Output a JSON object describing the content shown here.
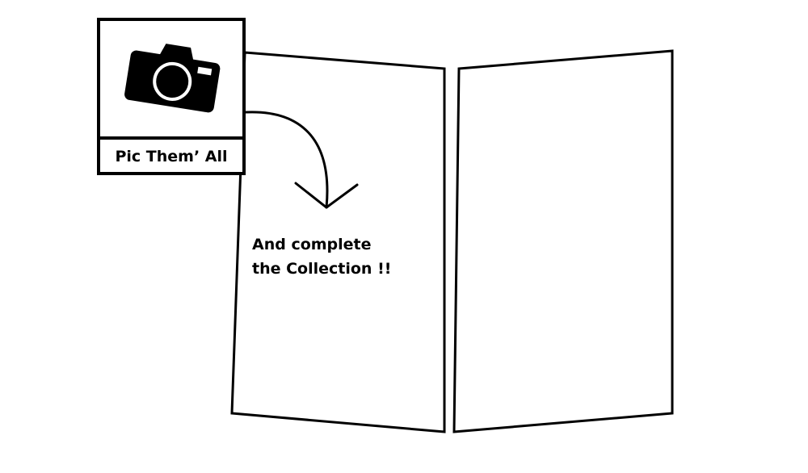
{
  "card": {
    "label": "Pic Them’ All",
    "icon": "camera-icon"
  },
  "caption": {
    "line1": "And complete",
    "line2": "the Collection !!"
  },
  "colors": {
    "ink": "#000000",
    "paper": "#ffffff"
  }
}
